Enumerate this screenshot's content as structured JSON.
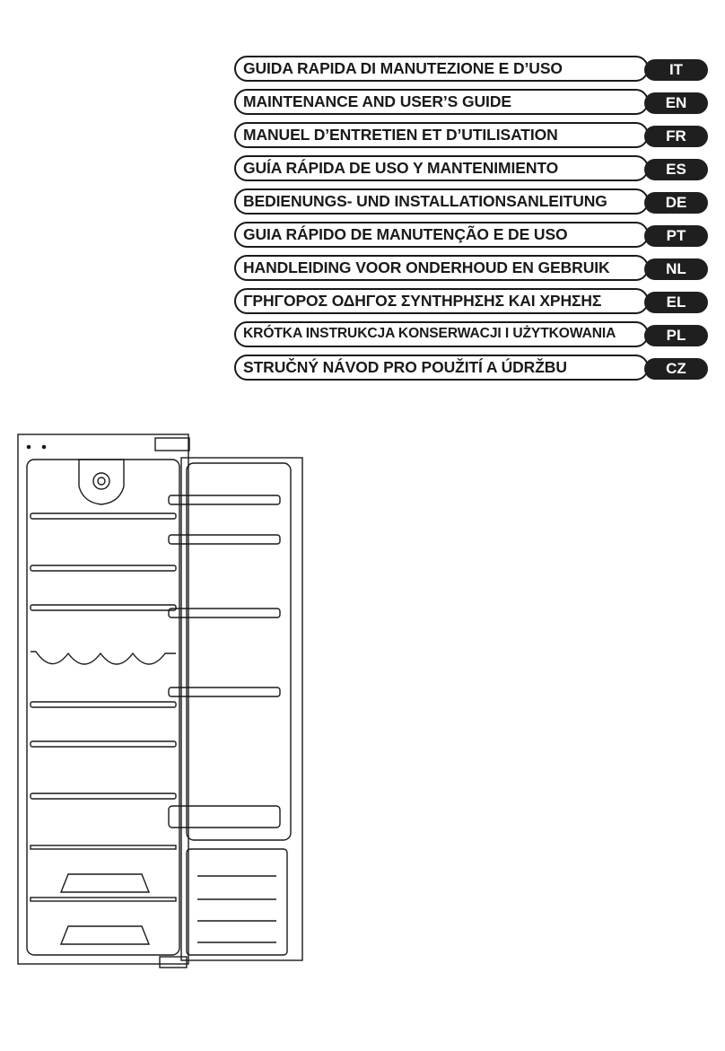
{
  "languages": [
    {
      "title": "GUIDA RAPIDA DI MANUTEZIONE E D’USO",
      "code": "IT"
    },
    {
      "title": "MAINTENANCE AND USER’S GUIDE",
      "code": "EN"
    },
    {
      "title": "MANUEL D’ENTRETIEN ET D’UTILISATION",
      "code": "FR"
    },
    {
      "title": "GUÍA RÁPIDA DE USO Y MANTENIMIENTO",
      "code": "ES"
    },
    {
      "title": "BEDIENUNGS- UND INSTALLATIONSANLEITUNG",
      "code": "DE"
    },
    {
      "title": "GUIA RÁPIDO DE MANUTENÇÃO E DE USO",
      "code": "PT"
    },
    {
      "title": "HANDLEIDING VOOR ONDERHOUD EN GEBRUIK",
      "code": "NL"
    },
    {
      "title": "ΓΡΗΓΟΡΟΣ ΟΔΗΓΟΣ ΣΥΝΤΗΡΗΣΗΣ ΚΑΙ  ΧΡΗΣΗΣ",
      "code": "EL"
    },
    {
      "title": "KRÓTKA INSTRUKCJA KONSERWACJI I UŻYTKOWANIA",
      "code": "PL"
    },
    {
      "title": "STRUČNÝ NÁVOD PRO POUŽITÍ A ÚDRŽBU",
      "code": "CZ"
    }
  ],
  "illustration": {
    "icon": "open-refrigerator-illustration"
  },
  "colors": {
    "ink": "#1a1a1a",
    "pill": "#1f1f1f",
    "background": "#ffffff"
  }
}
